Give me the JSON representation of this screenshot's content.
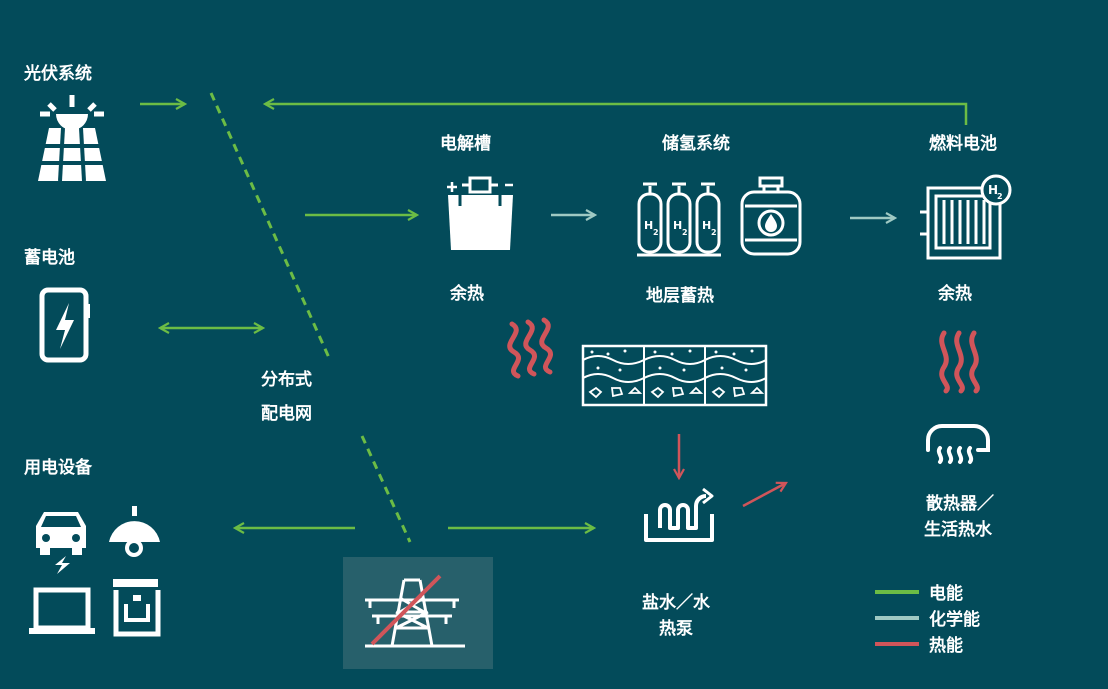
{
  "colors": {
    "background": "#034b5a",
    "electric": "#6cbc45",
    "chemical": "#9fc9c3",
    "thermal": "#d0555a",
    "icon": "#ffffff",
    "tower_box": "#27606b"
  },
  "labels": {
    "pv": "光伏系统",
    "battery": "蓄电池",
    "devices": "用电设备",
    "grid_line1": "分布式",
    "grid_line2": "配电网",
    "electrolyzer": "电解槽",
    "h2_storage": "储氢系统",
    "fuel_cell": "燃料电池",
    "waste_heat_1": "余热",
    "geo_storage": "地层蓄热",
    "waste_heat_2": "余热",
    "radiator_line1": "散热器／",
    "radiator_line2": "生活热水",
    "heat_pump_line1": "盐水／水",
    "heat_pump_line2": "热泵",
    "h2_text": "H",
    "h2_sub": "2"
  },
  "legend": [
    {
      "label": "电能",
      "color": "#6cbc45"
    },
    {
      "label": "化学能",
      "color": "#9fc9c3"
    },
    {
      "label": "热能",
      "color": "#d0555a"
    }
  ]
}
